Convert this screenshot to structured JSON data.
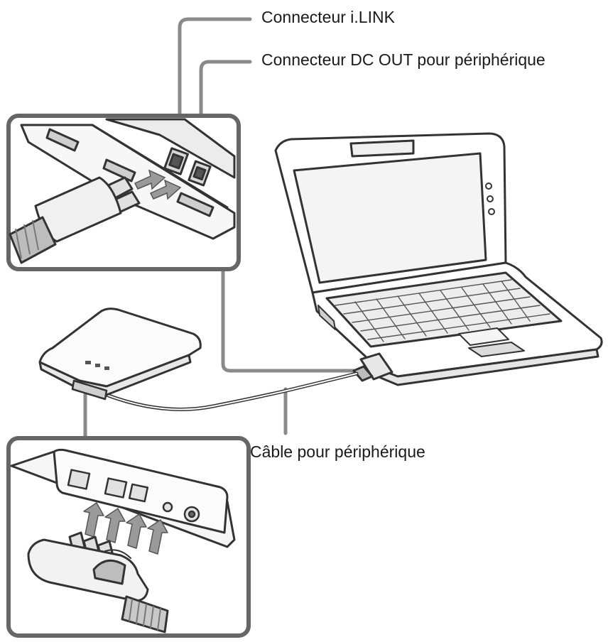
{
  "labels": {
    "ilink_connector": "Connecteur i.LINK",
    "dc_out_connector": "Connecteur DC OUT pour périphérique",
    "peripheral_cable": "Câble pour périphérique"
  },
  "colors": {
    "line": "#333333",
    "leader": "#8a8a8a",
    "inset_border": "#666666",
    "screen": "#f4f4f4",
    "shade": "#bdbdbd"
  }
}
